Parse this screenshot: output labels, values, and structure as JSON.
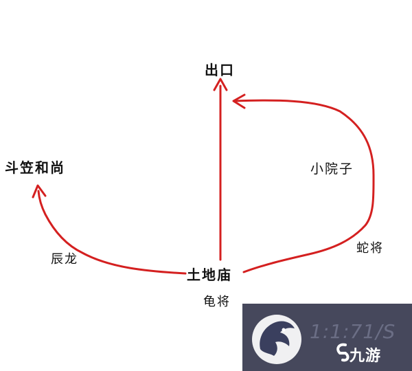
{
  "nodes": {
    "exit": "出口",
    "monk": "斗笠和尚",
    "temple": "土地庙",
    "courtyard": "小院子"
  },
  "edges": {
    "chenlong": "辰龙",
    "snake_general": "蛇将",
    "turtle_general": "龟将"
  },
  "watermark": {
    "ghost_text": "1:1:71/S",
    "brand": "九游"
  },
  "colors": {
    "route_line": "#d42020",
    "watermark_bg": "#2c2f45"
  }
}
